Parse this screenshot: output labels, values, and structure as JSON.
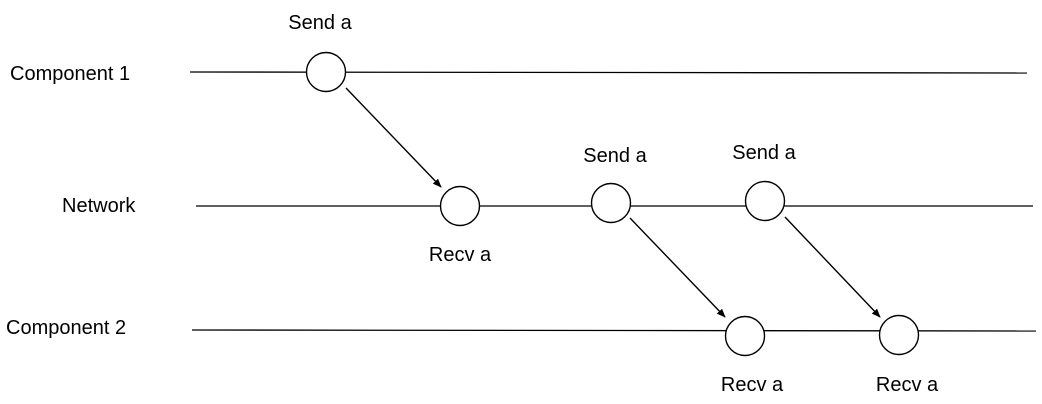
{
  "lanes": [
    {
      "id": "component1",
      "label": "Component 1"
    },
    {
      "id": "network",
      "label": "Network"
    },
    {
      "id": "component2",
      "label": "Component 2"
    }
  ],
  "events": [
    {
      "id": "c1-send",
      "lane": "component1",
      "label": "Send a"
    },
    {
      "id": "net-recv",
      "lane": "network",
      "label": "Recv a"
    },
    {
      "id": "net-send-1",
      "lane": "network",
      "label": "Send a"
    },
    {
      "id": "net-send-2",
      "lane": "network",
      "label": "Send a"
    },
    {
      "id": "c2-recv-1",
      "lane": "component2",
      "label": "Recv a"
    },
    {
      "id": "c2-recv-2",
      "lane": "component2",
      "label": "Recv a"
    }
  ],
  "messages": [
    {
      "from": "c1-send",
      "to": "net-recv"
    },
    {
      "from": "net-send-1",
      "to": "c2-recv-1"
    },
    {
      "from": "net-send-2",
      "to": "c2-recv-2"
    }
  ],
  "colors": {
    "stroke": "#000000",
    "node_fill": "#ffffff",
    "background": "#ffffff"
  }
}
